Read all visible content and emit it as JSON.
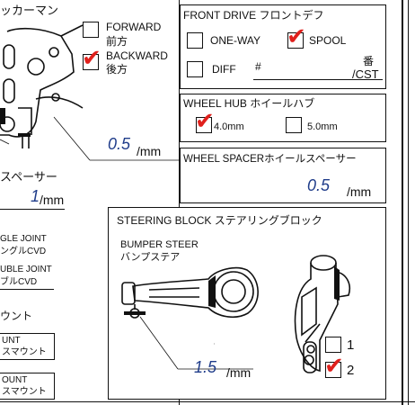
{
  "left_panel": {
    "title": "ッカーマン",
    "forward_label": "FORWARD",
    "forward_jp": "前方",
    "forward_checked": false,
    "backward_label": "BACKWARD",
    "backward_jp": "後方",
    "backward_checked": true,
    "ackerman_value": "0.5",
    "ackerman_unit": "/mm",
    "spacer_label": "スペーサー",
    "spacer_value": "1",
    "spacer_unit": "/mm",
    "single_joint_label": "GLE JOINT",
    "single_joint_jp": "ングルCVD",
    "double_joint_label": "UBLE JOINT",
    "double_joint_jp": "ブルCVD",
    "mount_title": "ウント",
    "mount1_label": "UNT",
    "mount1_jp": "スマウント",
    "mount2_label": "OUNT",
    "mount2_jp": "スマウント"
  },
  "front_drive": {
    "title": "FRONT DRIVE フロントデフ",
    "one_way_label": "ONE-WAY",
    "one_way_checked": false,
    "spool_label": "SPOOL",
    "spool_checked": true,
    "diff_label": "DIFF",
    "diff_checked": false,
    "number_mark": "#",
    "ban_label": "番",
    "cst_label": "/CST"
  },
  "wheel_hub": {
    "title": "WHEEL HUB ホイールハブ",
    "opt1_label": "4.0mm",
    "opt1_checked": true,
    "opt2_label": "5.0mm",
    "opt2_checked": false
  },
  "wheel_spacer": {
    "title": "WHEEL SPACERホイールスペーサー",
    "value": "0.5",
    "unit": "/mm"
  },
  "steering_block": {
    "title": "STEERING BLOCK ステアリングブロック",
    "bumper_label": "BUMPER STEER",
    "bumper_jp": "バンプステア",
    "value": "1.5",
    "unit": "/mm",
    "opt1_label": "1",
    "opt1_checked": false,
    "opt2_label": "2",
    "opt2_checked": true
  },
  "colors": {
    "check": "#e0201c",
    "value": "#1f3c8a"
  },
  "check_glyph": "✔"
}
